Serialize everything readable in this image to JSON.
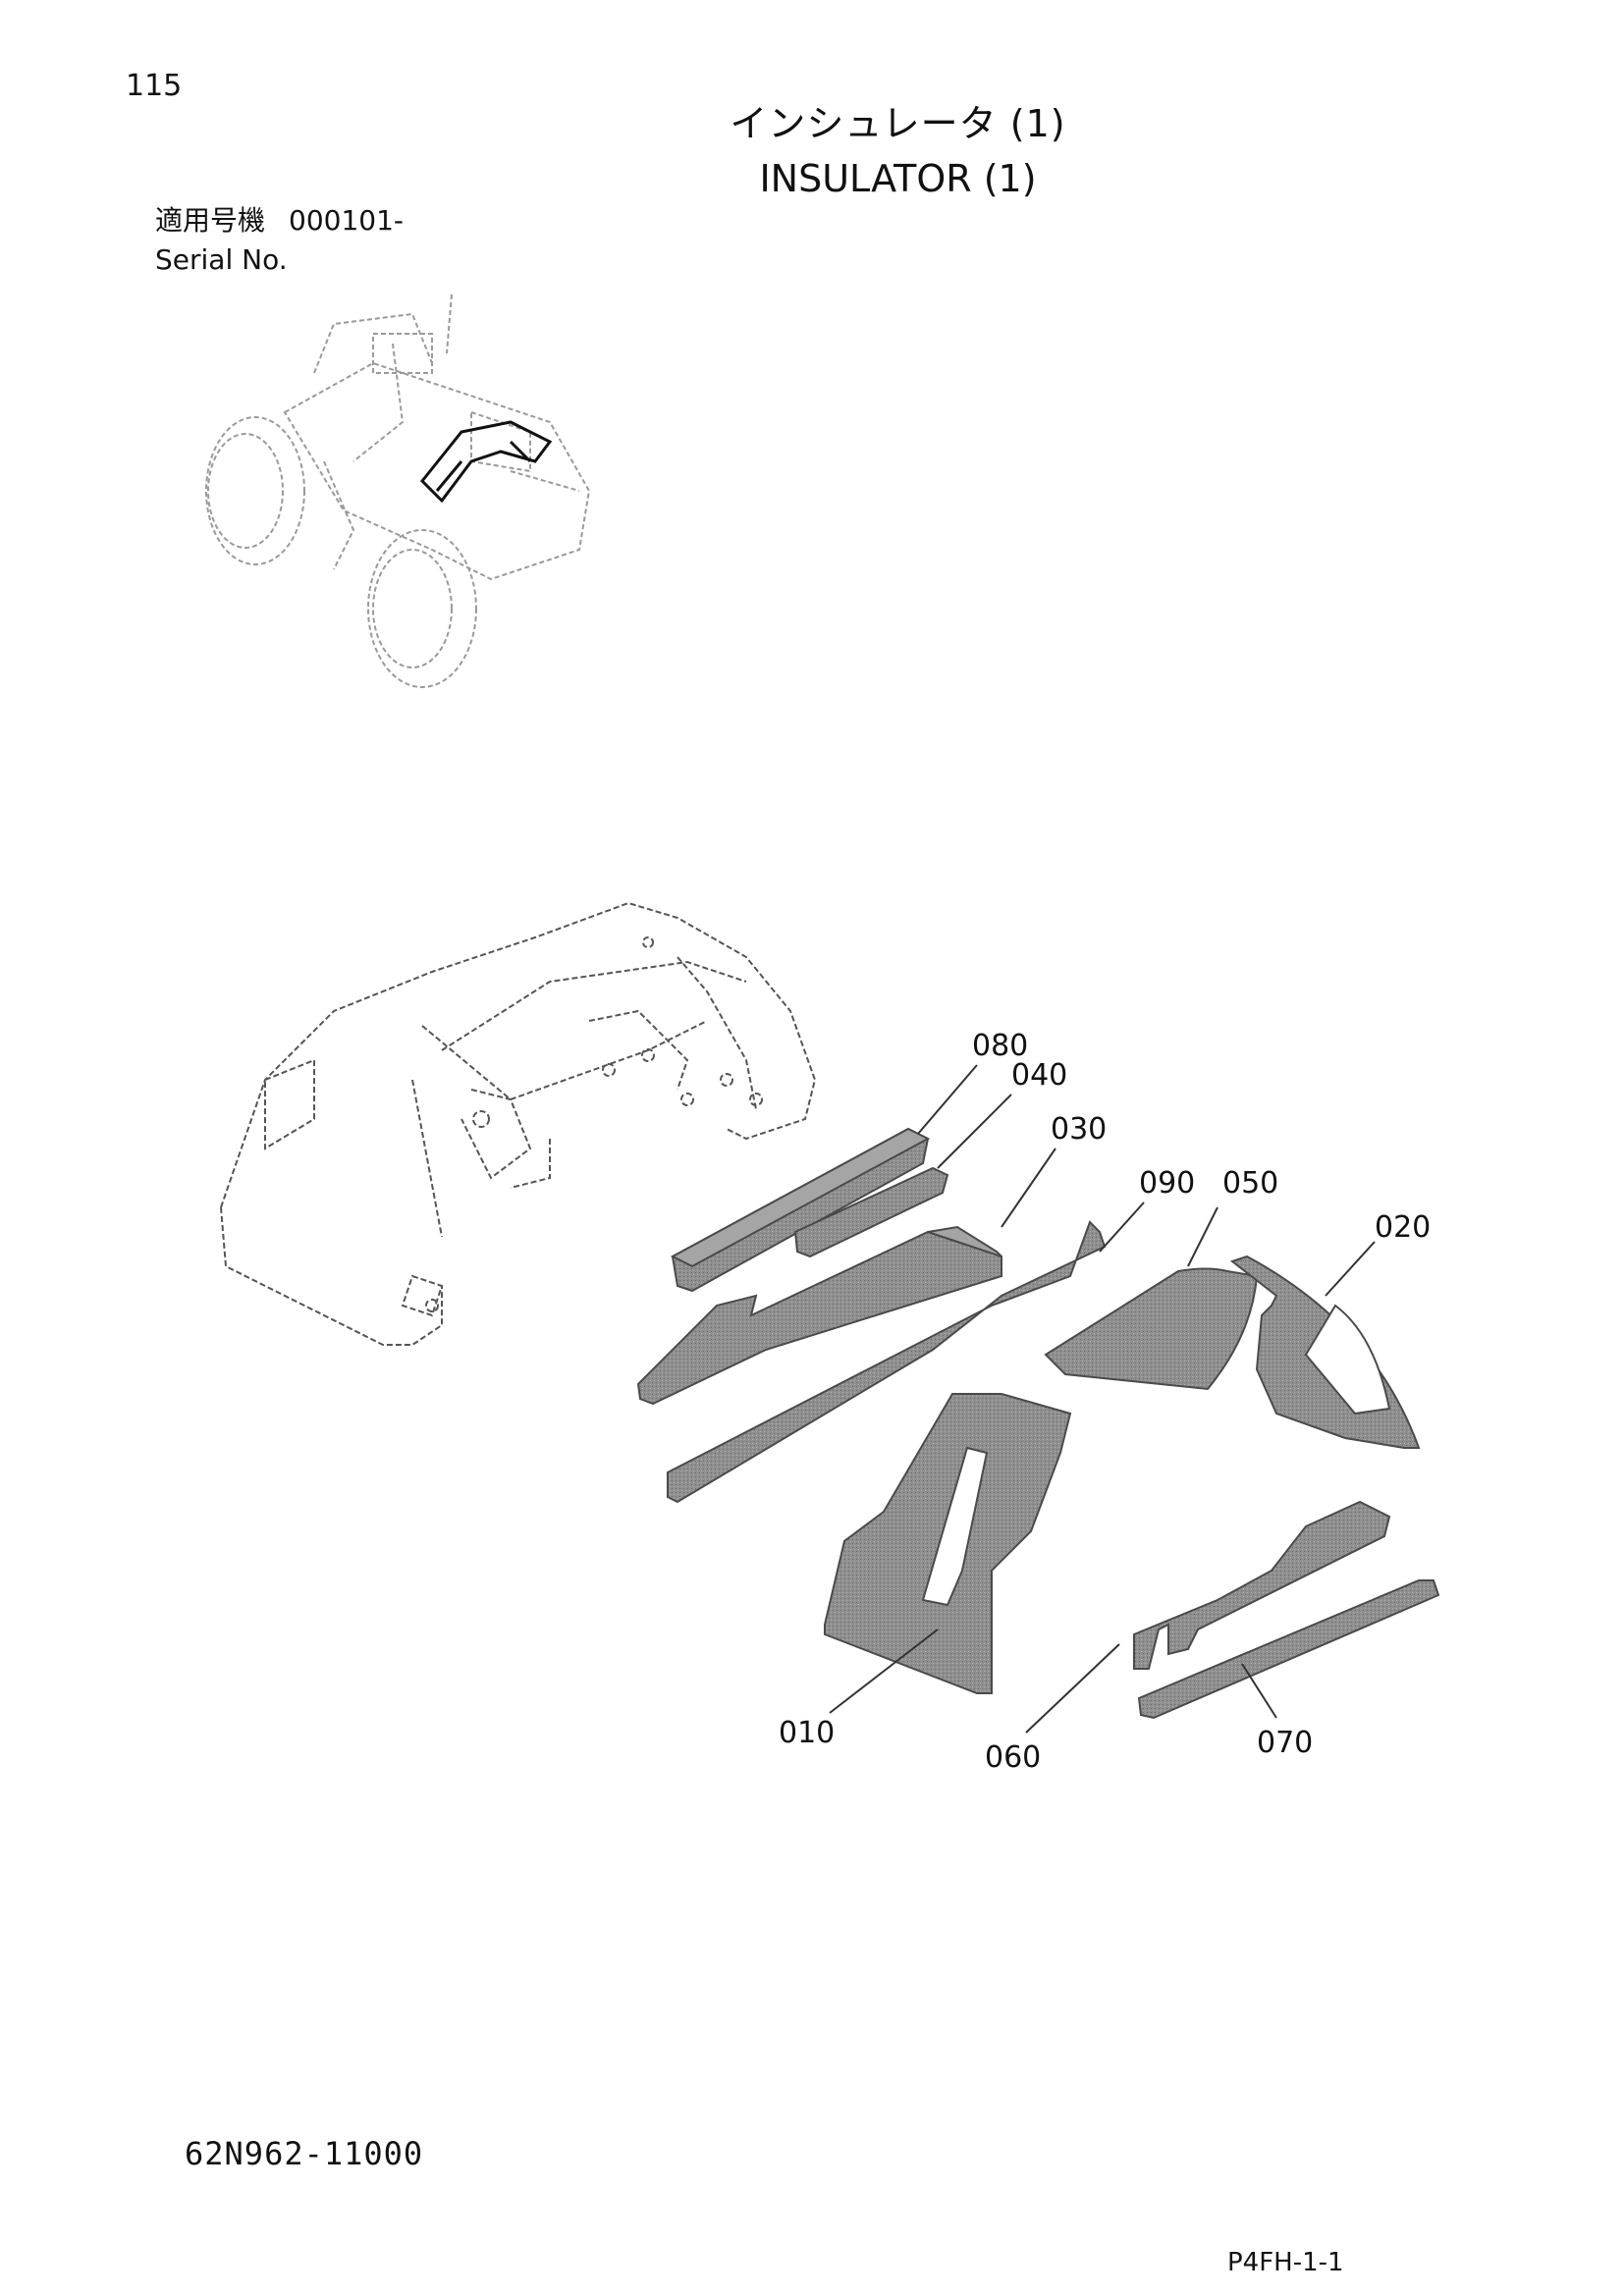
{
  "page": {
    "number": "115",
    "title_jp": "インシュレータ (1)",
    "title_en": "INSULATOR (1)",
    "serial_label_jp": "適用号機",
    "serial_value": "000101-",
    "serial_label_en": "Serial No.",
    "doc_number": "62N962-11000",
    "page_code": "P4FH-1-1"
  },
  "callouts": [
    "080",
    "040",
    "030",
    "090",
    "050",
    "020",
    "010",
    "060",
    "070"
  ],
  "colors": {
    "part_fill": "#8c8c8c",
    "part_edge": "#4a4a4a",
    "line": "#333333"
  }
}
